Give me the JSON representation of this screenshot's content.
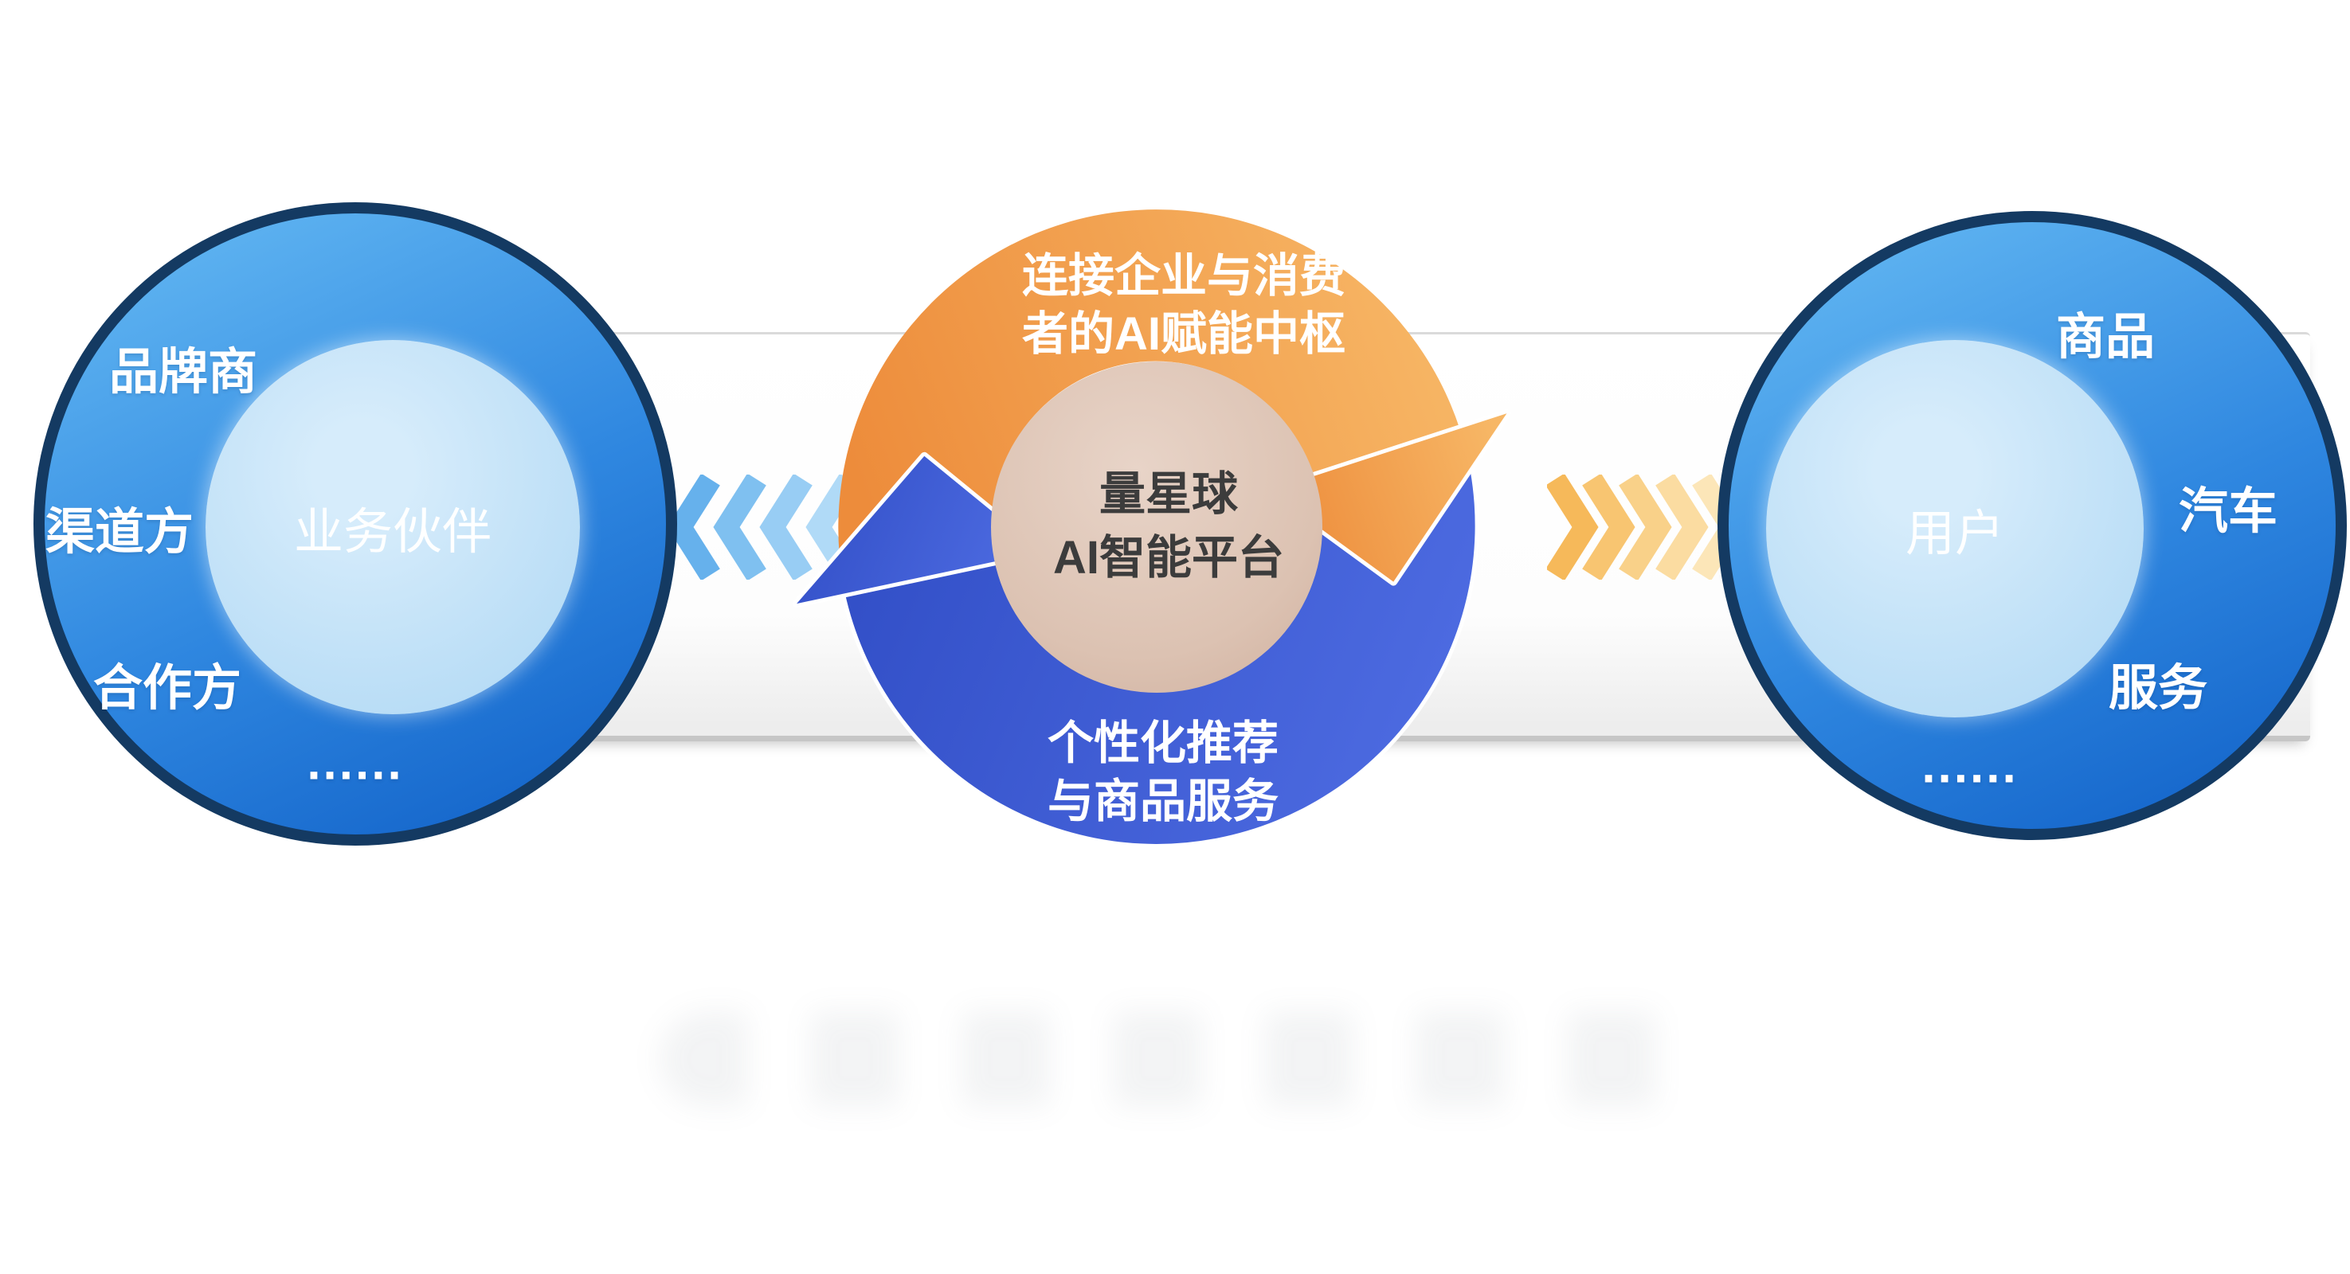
{
  "center_hub": {
    "top_caption": {
      "line1": "连接企业与消费",
      "line2": "者的AI赋能中枢"
    },
    "core": {
      "line1": "量星球",
      "line2": "AI智能平台"
    },
    "bottom_caption": {
      "line1": "个性化推荐",
      "line2": "与商品服务"
    }
  },
  "left_group": {
    "inner_label": "业务伙伴",
    "items": [
      "品牌商",
      "渠道方",
      "合作方",
      "......"
    ]
  },
  "right_group": {
    "inner_label": "用户",
    "items": [
      "商品",
      "汽车",
      "服务",
      "......"
    ]
  },
  "colors": {
    "hub_orange": "#F09A4C",
    "hub_blue": "#3F5ED6",
    "hub_core_beige": "#DCC2B2",
    "sphere_blue_light": "#5FB4F1",
    "sphere_blue_dark": "#1566CB",
    "sphere_rim_navy": "#143A62",
    "inner_circle_blue": "#BFE1F8",
    "chevron_blue": "#5FAAE9",
    "chevron_orange": "#F7BE62",
    "band_edge_gray": "#C6C6C6"
  }
}
